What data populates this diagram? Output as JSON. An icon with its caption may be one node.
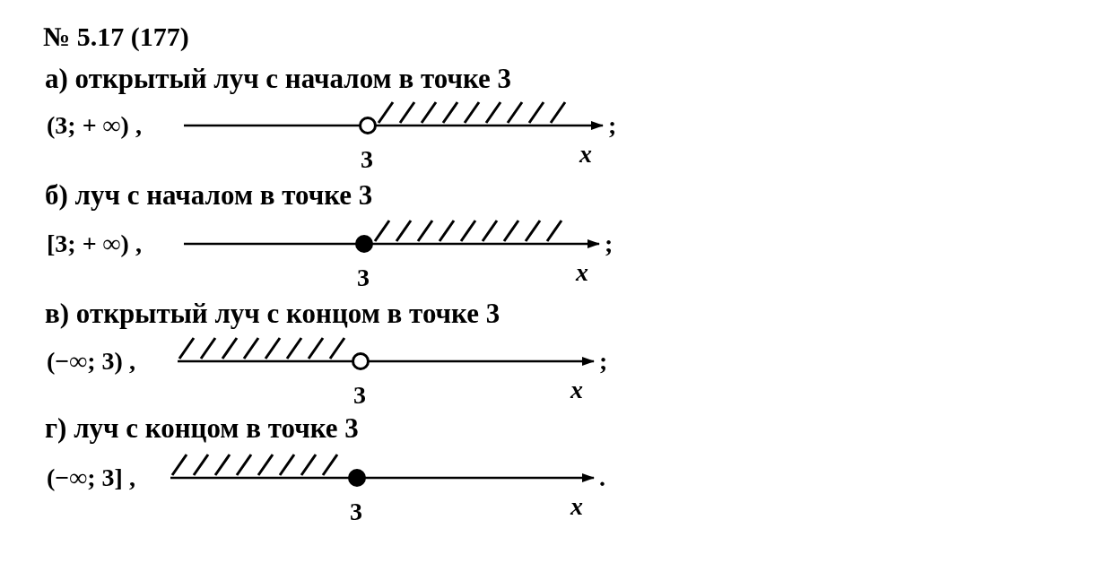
{
  "diagram": {
    "title": "№ 5.17 (177)",
    "nodes": [
      {
        "text": [],
        "shape": "circle",
        "beside": [
          "3"
        ]
      },
      {
        "text": [],
        "shape": "dot",
        "beside": [
          "3"
        ]
      },
      {
        "text": [],
        "shape": "circle",
        "beside": [
          "3"
        ]
      },
      {
        "text": [],
        "shape": "dot",
        "beside": [
          "3"
        ]
      }
    ],
    "labels": [
      "а) открытый луч с началом в точке 3",
      "(3; + ∞) ,",
      "x",
      ";",
      "б) луч с началом в точке 3",
      "[3; + ∞) ,",
      "x",
      ";",
      "в) открытый луч с концом в точке 3",
      "(−∞; 3) ,",
      "x",
      ";",
      "г) луч с концом в точке 3",
      "(−∞; 3] ,",
      "x",
      "."
    ]
  }
}
